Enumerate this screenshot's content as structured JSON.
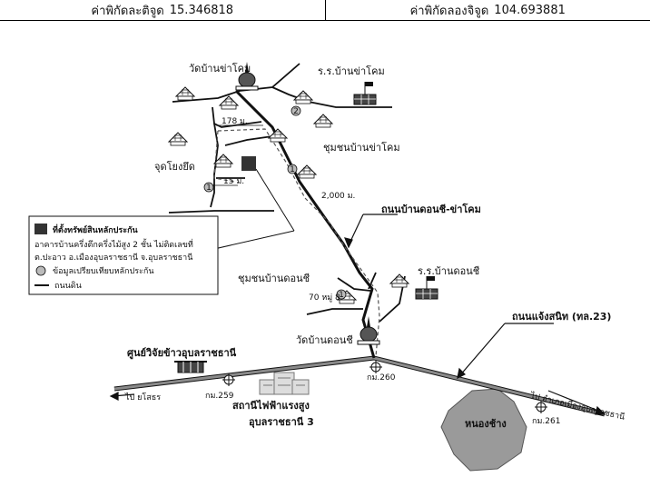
{
  "coordinates": {
    "latitude": {
      "label": "ค่าพิกัดละติจูด",
      "value": "15.346818"
    },
    "longitude": {
      "label": "ค่าพิกัดลองจิจูด",
      "value": "104.693881"
    }
  },
  "places": {
    "wat_ban_kho": "วัดบ้านข่าโคม",
    "school_ban_kho": "ร.ร.บ้านข่าโคม",
    "community_ban_kho": "ชุมชนบ้านข่าโคม",
    "location_point": "จุดโยงยึด",
    "road_don_chi": "ถนนบ้านดอนชี-ข่าโคม",
    "school_don_chi": "ร.ร.บ้านดอนชี",
    "community_don_chi": "ชุมชนบ้านดอนชี",
    "village_70": "70 หมู่ 8",
    "wat_don_chi": "วัดบ้านดอนชี",
    "road_chaeng_sanit": "ถนนแจ้งสนิท (ทล.23)",
    "rice_center": "ศูนย์วิจัยข้าวอุบลราชธานี",
    "substation_line1": "สถานีไฟฟ้าแรงสูง",
    "substation_line2": "อุบลราชธานี 3",
    "nong_chang": "หนองช้าง",
    "to_yasothon": "ไป ยโสธร",
    "to_ubon": "ไป อำเภอเมืองอุบลราชธานี"
  },
  "distances": {
    "d178": "178 ม.",
    "d15": "15 ม.",
    "d2000": "2,000 ม."
  },
  "markers": {
    "km259": "กม.259",
    "km260": "กม.260",
    "km261": "กม.261",
    "n1": "1",
    "n2": "2"
  },
  "legend": {
    "asset_title": "ที่ตั้งทรัพย์สินหลักประกัน",
    "asset_line2": "อาคารบ้านครึ่งตึกครึ่งไม้สูง 2 ชั้น ไม่ติดเลขที่",
    "asset_line3": "ต.ปะอาว อ.เมืองอุบลราชธานี จ.อุบลราชธานี",
    "compare_label": "ข้อมูลเปรียบเทียบหลักประกัน",
    "road_label": "ถนนดิน"
  },
  "colors": {
    "road_main": "#8a8a8a",
    "asset": "#333333",
    "lake": "#9a9a9a",
    "marker": "#bbbbbb"
  }
}
